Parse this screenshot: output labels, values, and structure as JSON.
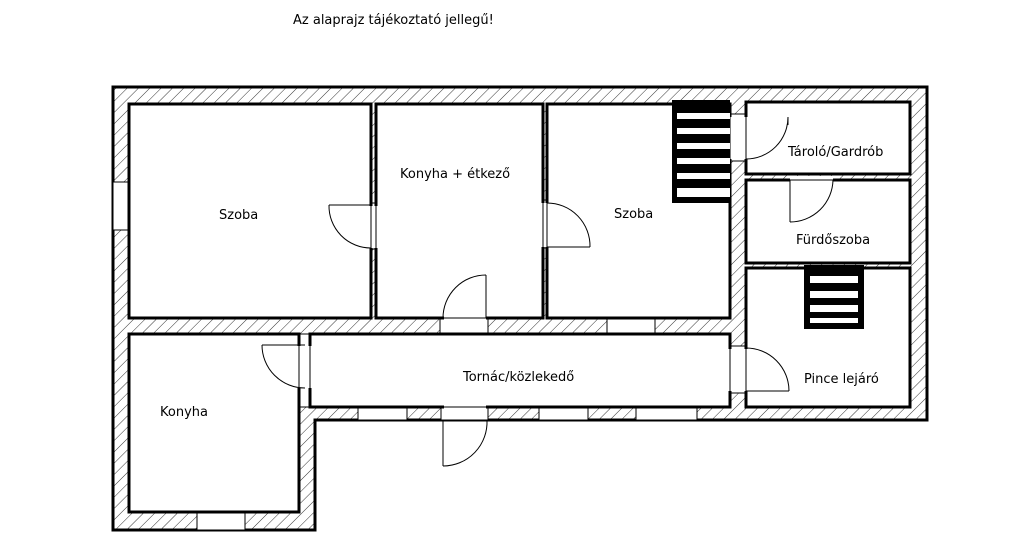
{
  "note": "Az alaprajz tájékoztató jellegű!",
  "rooms": {
    "szoba1": "Szoba",
    "konyha_etkezo": "Konyha + étkező",
    "szoba2": "Szoba",
    "tarolo": "Tároló/Gardrób",
    "furdo": "Fürdőszoba",
    "pince": "Pince lejáró",
    "konyha": "Konyha",
    "tornac": "Tornác/közlekedő"
  }
}
